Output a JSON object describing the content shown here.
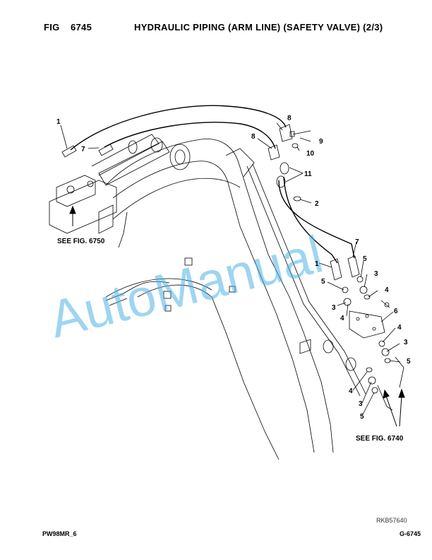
{
  "header": {
    "fig_label": "FIG",
    "fig_number": "6745",
    "title": "HYDRAULIC PIPING (ARM LINE) (SAFETY VALVE) (2/3)"
  },
  "callouts": {
    "c1a": "1",
    "c7a": "7",
    "c8a": "8",
    "c8b": "8",
    "c9": "9",
    "c10": "10",
    "c11": "11",
    "c2": "2",
    "c7b": "7",
    "c1b": "1",
    "c5a": "5",
    "c5b": "5",
    "c3a": "3",
    "c4a": "4",
    "c3b": "3",
    "c4b": "4",
    "c6": "6",
    "c4c": "4",
    "c3c": "3",
    "c5c": "5",
    "c4d": "4",
    "c3d": "3",
    "c5d": "5"
  },
  "references": {
    "see_6750": "SEE FIG. 6750",
    "see_6740": "SEE FIG. 6740"
  },
  "watermark": "AutoManual",
  "drawing_code": "RKB57640",
  "footer": {
    "left": "PW98MR_6",
    "right": "G-6745"
  },
  "colors": {
    "watermark": "#4fb3e6",
    "line": "#000000"
  }
}
